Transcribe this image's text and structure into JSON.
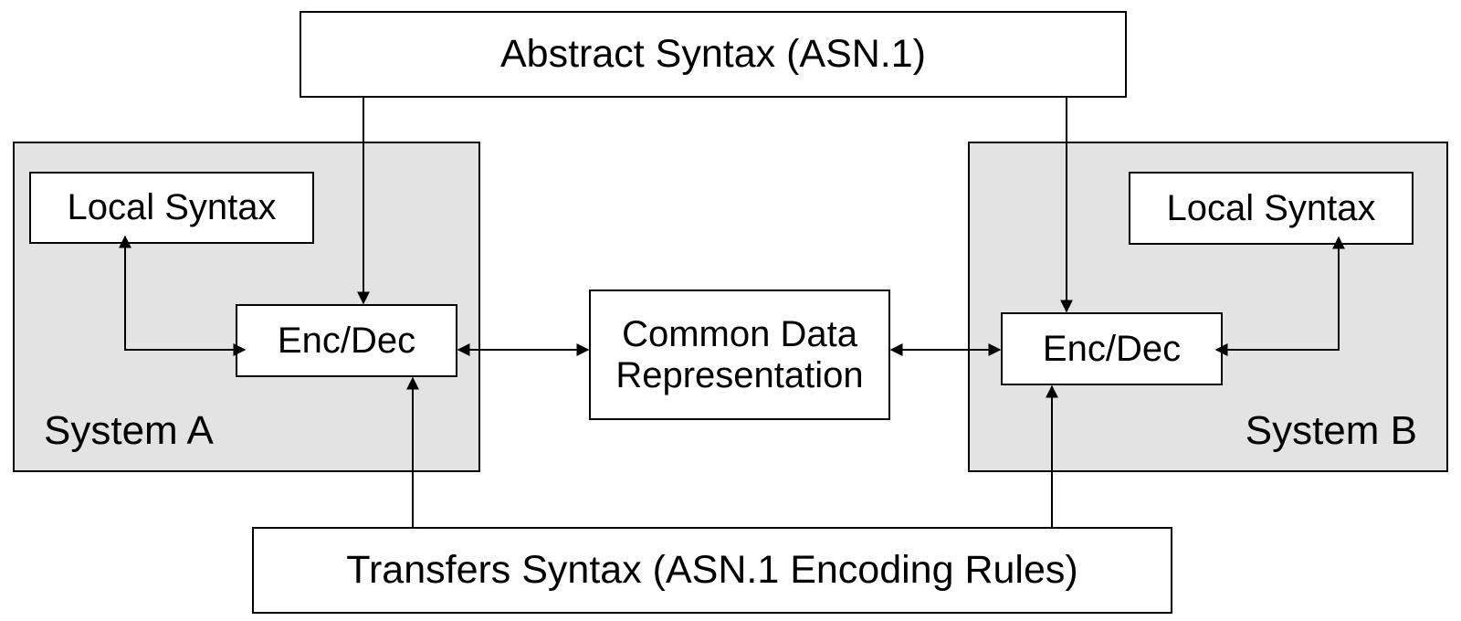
{
  "abstract_syntax": {
    "label": "Abstract Syntax (ASN.1)"
  },
  "system_a": {
    "label": "System A",
    "local_syntax": "Local Syntax",
    "enc_dec": "Enc/Dec"
  },
  "system_b": {
    "label": "System B",
    "local_syntax": "Local Syntax",
    "enc_dec": "Enc/Dec"
  },
  "common_data": {
    "line1": "Common Data",
    "line2": "Representation"
  },
  "transfer_syntax": {
    "label": "Transfers Syntax (ASN.1 Encoding Rules)"
  },
  "colors": {
    "system_fill": "#e3e3e3",
    "box_fill": "#ffffff",
    "stroke": "#000000"
  }
}
